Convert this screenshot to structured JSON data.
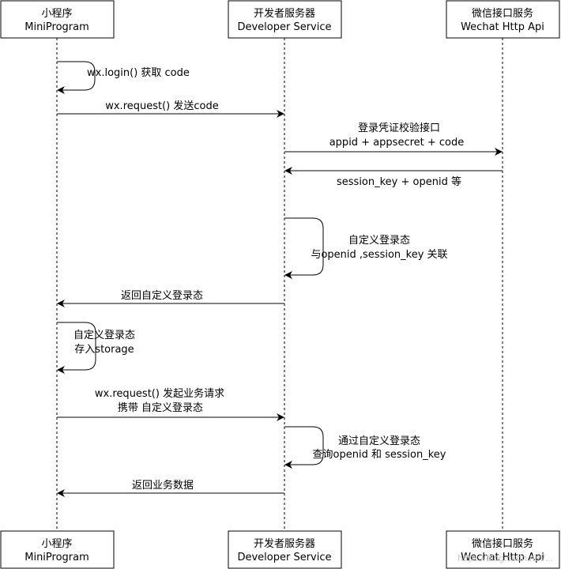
{
  "participants": [
    {
      "id": "miniprogram",
      "name_cn": "小程序",
      "name_en": "MiniProgram"
    },
    {
      "id": "developer",
      "name_cn": "开发者服务器",
      "name_en": "Developer Service"
    },
    {
      "id": "wechat",
      "name_cn": "微信接口服务",
      "name_en": "Wechat Http Api"
    }
  ],
  "messages": {
    "wx_login": "wx.login() 获取 code",
    "wx_request_code": "wx.request() 发送code",
    "login_verify_line1": "登录凭证校验接口",
    "login_verify_line2": "appid + appsecret + code",
    "session_return": "session_key + openid 等",
    "custom_state_line1": "自定义登录态",
    "custom_state_line2": "与openid ,session_key 关联",
    "return_custom_state": "返回自定义登录态",
    "store_line1": "自定义登录态",
    "store_line2": "存入storage",
    "biz_request_line1": "wx.request() 发起业务请求",
    "biz_request_line2": "携带 自定义登录态",
    "query_line1": "通过自定义登录态",
    "query_line2": "查询openid 和 session_key",
    "return_biz_data": "返回业务数据"
  },
  "watermark": "https://blog.csdn.net/...",
  "colors": {
    "line": "#000000",
    "box_border": "#000000",
    "box_fill": "#ffffff",
    "watermark": "#c8c8c8"
  }
}
